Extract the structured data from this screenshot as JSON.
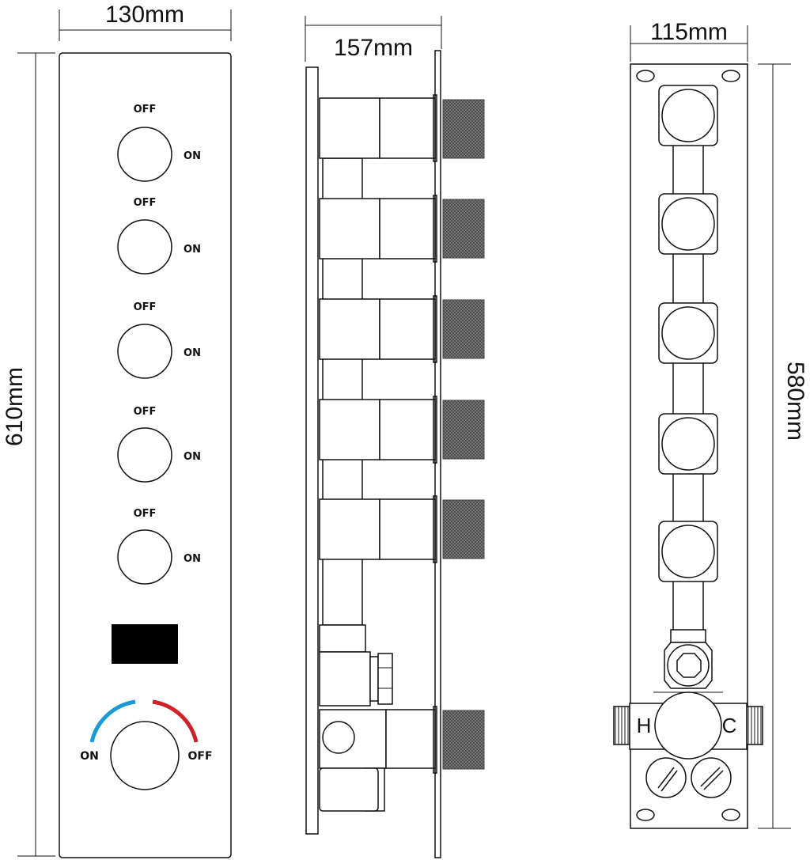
{
  "dimensions": {
    "front_width": "130mm",
    "front_height": "610mm",
    "side_depth": "157mm",
    "back_width": "115mm",
    "back_height": "580mm"
  },
  "front_panel": {
    "valves": [
      {
        "off": "OFF",
        "on": "ON"
      },
      {
        "off": "OFF",
        "on": "ON"
      },
      {
        "off": "OFF",
        "on": "ON"
      },
      {
        "off": "OFF",
        "on": "ON"
      },
      {
        "off": "OFF",
        "on": "ON"
      }
    ],
    "thermostat": {
      "on": "ON",
      "off": "OFF",
      "cold_color": "#1a9ad6",
      "hot_color": "#d0202a"
    }
  },
  "back_panel": {
    "hot_label": "H",
    "cold_label": "C"
  }
}
